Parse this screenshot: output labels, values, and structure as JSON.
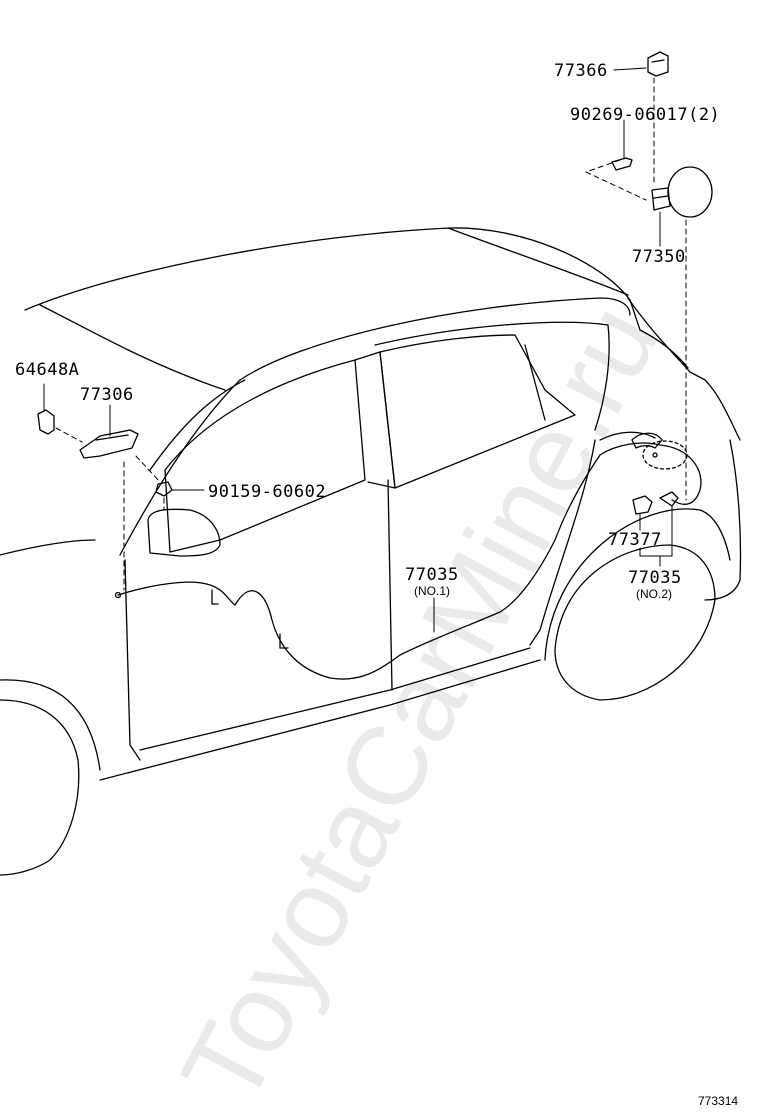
{
  "parts": {
    "p77366": "77366",
    "p90269": "90269-06017(2)",
    "p77350": "77350",
    "p64648a": "64648A",
    "p77306": "77306",
    "p90159": "90159-60602",
    "p77035_no1": "77035",
    "p77035_no1_sub": "(NO.1)",
    "p77377": "77377",
    "p77035_no2": "77035",
    "p77035_no2_sub": "(NO.2)"
  },
  "figure_number": "773314",
  "watermark": "ToyotaCarMine.ru"
}
